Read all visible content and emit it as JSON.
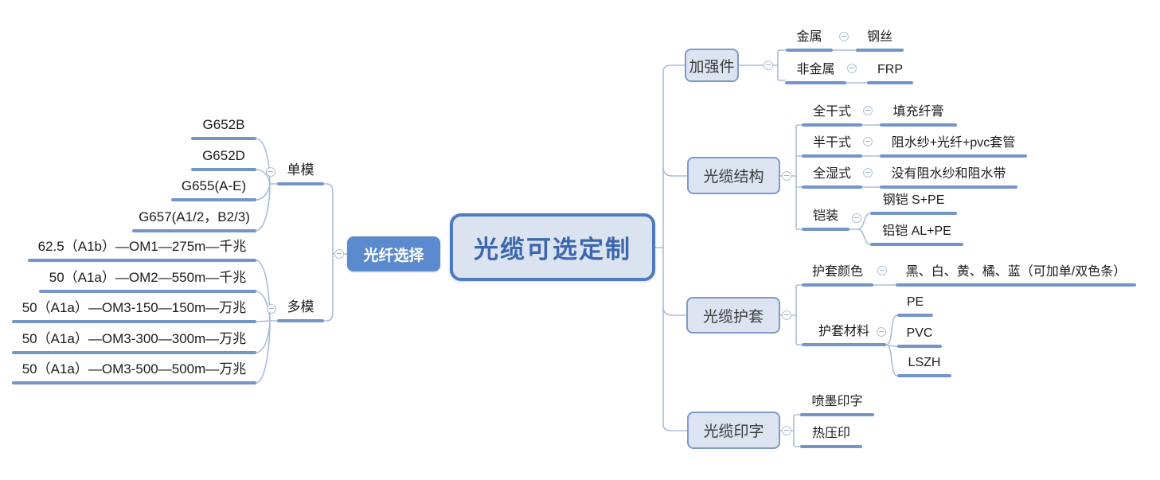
{
  "title": "光缆可选定制",
  "colors": {
    "underline_blue": "#7495c7",
    "wire_blue": "#aabdd9",
    "topic_box_fill": "#dde4f1",
    "topic_box_border": "#7e9bc8",
    "central_border": "#4e7ac0",
    "central_text": "#3c67ae",
    "solid_topic_fill": "#5b8bce"
  },
  "fiber": {
    "topic": "光纤选择",
    "single_mode": {
      "label": "单模",
      "items": [
        "G652B",
        "G652D",
        "G655(A-E)",
        "G657(A1/2，B2/3)"
      ]
    },
    "multi_mode": {
      "label": "多模",
      "items": [
        "62.5（A1b）—OM1—275m—千兆",
        "50（A1a）—OM2—550m—千兆",
        "50（A1a）—OM3-150—150m—万兆",
        "50（A1a）—OM3-300—300m—万兆",
        "50（A1a）—OM3-500—500m—万兆"
      ]
    }
  },
  "strength_member": {
    "topic": "加强件",
    "metal": {
      "label": "金属",
      "child": "钢丝"
    },
    "nonmetal": {
      "label": "非金属",
      "child": "FRP"
    }
  },
  "cable_structure": {
    "topic": "光缆结构",
    "full_dry": {
      "label": "全干式",
      "child": "填充纤膏"
    },
    "semi_dry": {
      "label": "半干式",
      "child": "阻水纱+光纤+pvc套管"
    },
    "full_wet": {
      "label": "全湿式",
      "child": "没有阻水纱和阻水带"
    },
    "armor": {
      "label": "铠装",
      "children": [
        "钢铠 S+PE",
        "铝铠 AL+PE"
      ]
    }
  },
  "cable_jacket": {
    "topic": "光缆护套",
    "color": {
      "label": "护套颜色",
      "child": "黑、白、黄、橘、蓝（可加单/双色条）"
    },
    "material": {
      "label": "护套材料",
      "children": [
        "PE",
        "PVC",
        "LSZH"
      ]
    }
  },
  "cable_printing": {
    "topic": "光缆印字",
    "children": [
      "喷墨印字",
      "热压印"
    ]
  }
}
